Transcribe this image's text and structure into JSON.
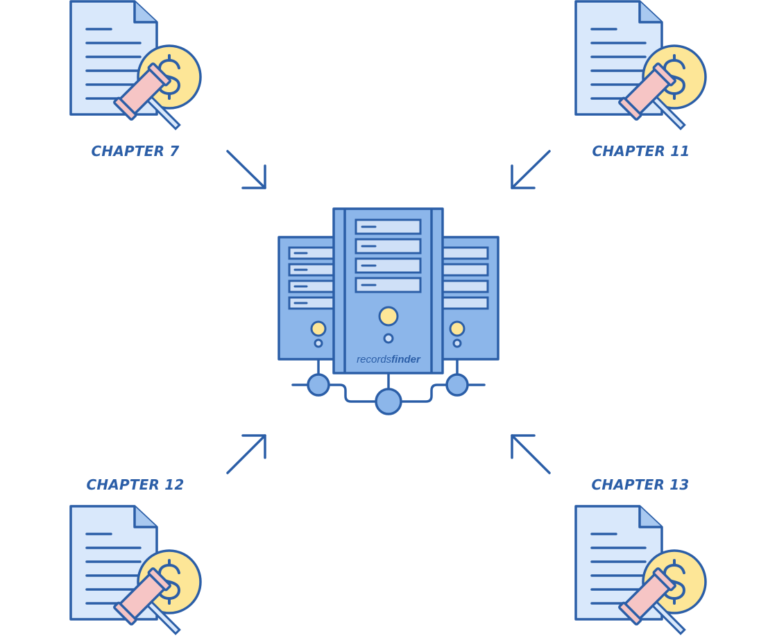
{
  "chapters": [
    {
      "label": "CHAPTER 7"
    },
    {
      "label": "CHAPTER 11"
    },
    {
      "label": "CHAPTER 12"
    },
    {
      "label": "CHAPTER 13"
    }
  ],
  "server": {
    "brand_light": "records",
    "brand_bold": "finder"
  },
  "icons": {
    "document": "document-icon",
    "coin": "dollar-coin-icon",
    "gavel": "gavel-icon",
    "arrow": "arrow-icon",
    "server": "server-icon"
  },
  "colors": {
    "stroke": "#2b5ea7",
    "paper": "#d9e8fb",
    "server_fill": "#8cb6ea",
    "server_light": "#cfe0f7",
    "coin": "#fde697",
    "gavel": "#f6c5c5",
    "label": "#2b5ea7"
  }
}
